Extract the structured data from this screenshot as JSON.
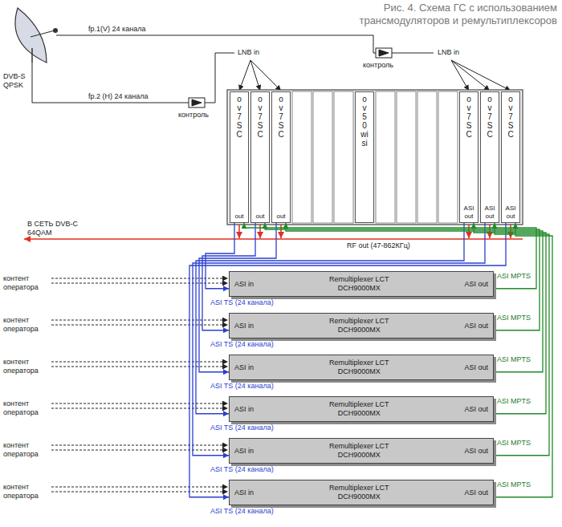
{
  "diagram": {
    "caption": "Рис. 4. Схема ГС с использованием трансмодуляторов и ремультиплексоров",
    "nodes": [
      {
        "text": [
          "ov7SC",
          "out"
        ]
      },
      {
        "text": [
          "ov7SC",
          "out"
        ]
      },
      {
        "text": [
          "ov7SC",
          "out"
        ]
      },
      {
        "text": [
          "ov50wisi"
        ]
      },
      {
        "text": [
          "ov7SC",
          "ASI",
          "out"
        ]
      },
      {
        "text": [
          "ov7SC",
          "ASI",
          "out"
        ]
      },
      {
        "text": [
          "ov7SC",
          "ASI",
          "out"
        ]
      },
      {
        "text": [
          "ASI in",
          "Remultiplexer LCT DCH9000MX",
          "ASI out"
        ]
      },
      {
        "text": [
          "ASI in",
          "Remultiplexer LCT DCH9000MX",
          "ASI out"
        ]
      },
      {
        "text": [
          "ASI in",
          "Remultiplexer LCT DCH9000MX",
          "ASI out"
        ]
      },
      {
        "text": [
          "ASI in",
          "Remultiplexer LCT DCH9000MX",
          "ASI out"
        ]
      },
      {
        "text": [
          "ASI in",
          "Remultiplexer LCT DCH9000MX",
          "ASI out"
        ]
      },
      {
        "text": [
          "ASI in",
          "Remultiplexer LCT DCH9000MX",
          "ASI out"
        ]
      }
    ],
    "edges": [
      {
        "from": 0,
        "to": 7,
        "arrow": "to"
      },
      {
        "from": 1,
        "to": 8,
        "arrow": "to"
      },
      {
        "from": 2,
        "to": 9,
        "arrow": "to"
      },
      {
        "from": 4,
        "to": 10,
        "arrow": "to"
      },
      {
        "from": 5,
        "to": 11,
        "arrow": "to"
      },
      {
        "from": 6,
        "to": 12,
        "arrow": "to"
      },
      {
        "from": 7,
        "to": 0,
        "arrow": "to"
      },
      {
        "from": 8,
        "to": 1,
        "arrow": "to"
      },
      {
        "from": 9,
        "to": 2,
        "arrow": "to"
      },
      {
        "from": 10,
        "to": 4,
        "arrow": "to"
      },
      {
        "from": 11,
        "to": 5,
        "arrow": "to"
      },
      {
        "from": 12,
        "to": 6,
        "arrow": "to"
      }
    ],
    "labels": [
      "DVB-S QPSK",
      "fp.1(V) 24 канала",
      "fp.2 (H) 24 канала",
      "LNB in",
      "LNB in",
      "контроль",
      "контроль",
      "В СЕТЬ DVB-C 64QAM",
      "RF out (47-862КГц)",
      "контент оператора",
      "контент оператора",
      "контент оператора",
      "контент оператора",
      "контент оператора",
      "контент оператора",
      "ASI TS (24 канала)",
      "ASI TS (24 канала)",
      "ASI TS (24 канала)",
      "ASI TS (24 канала)",
      "ASI TS (24 канала)",
      "ASI TS (24 канала)",
      "ASI MPTS",
      "ASI MPTS",
      "ASI MPTS",
      "ASI MPTS",
      "ASI MPTS",
      "ASI MPTS"
    ]
  }
}
